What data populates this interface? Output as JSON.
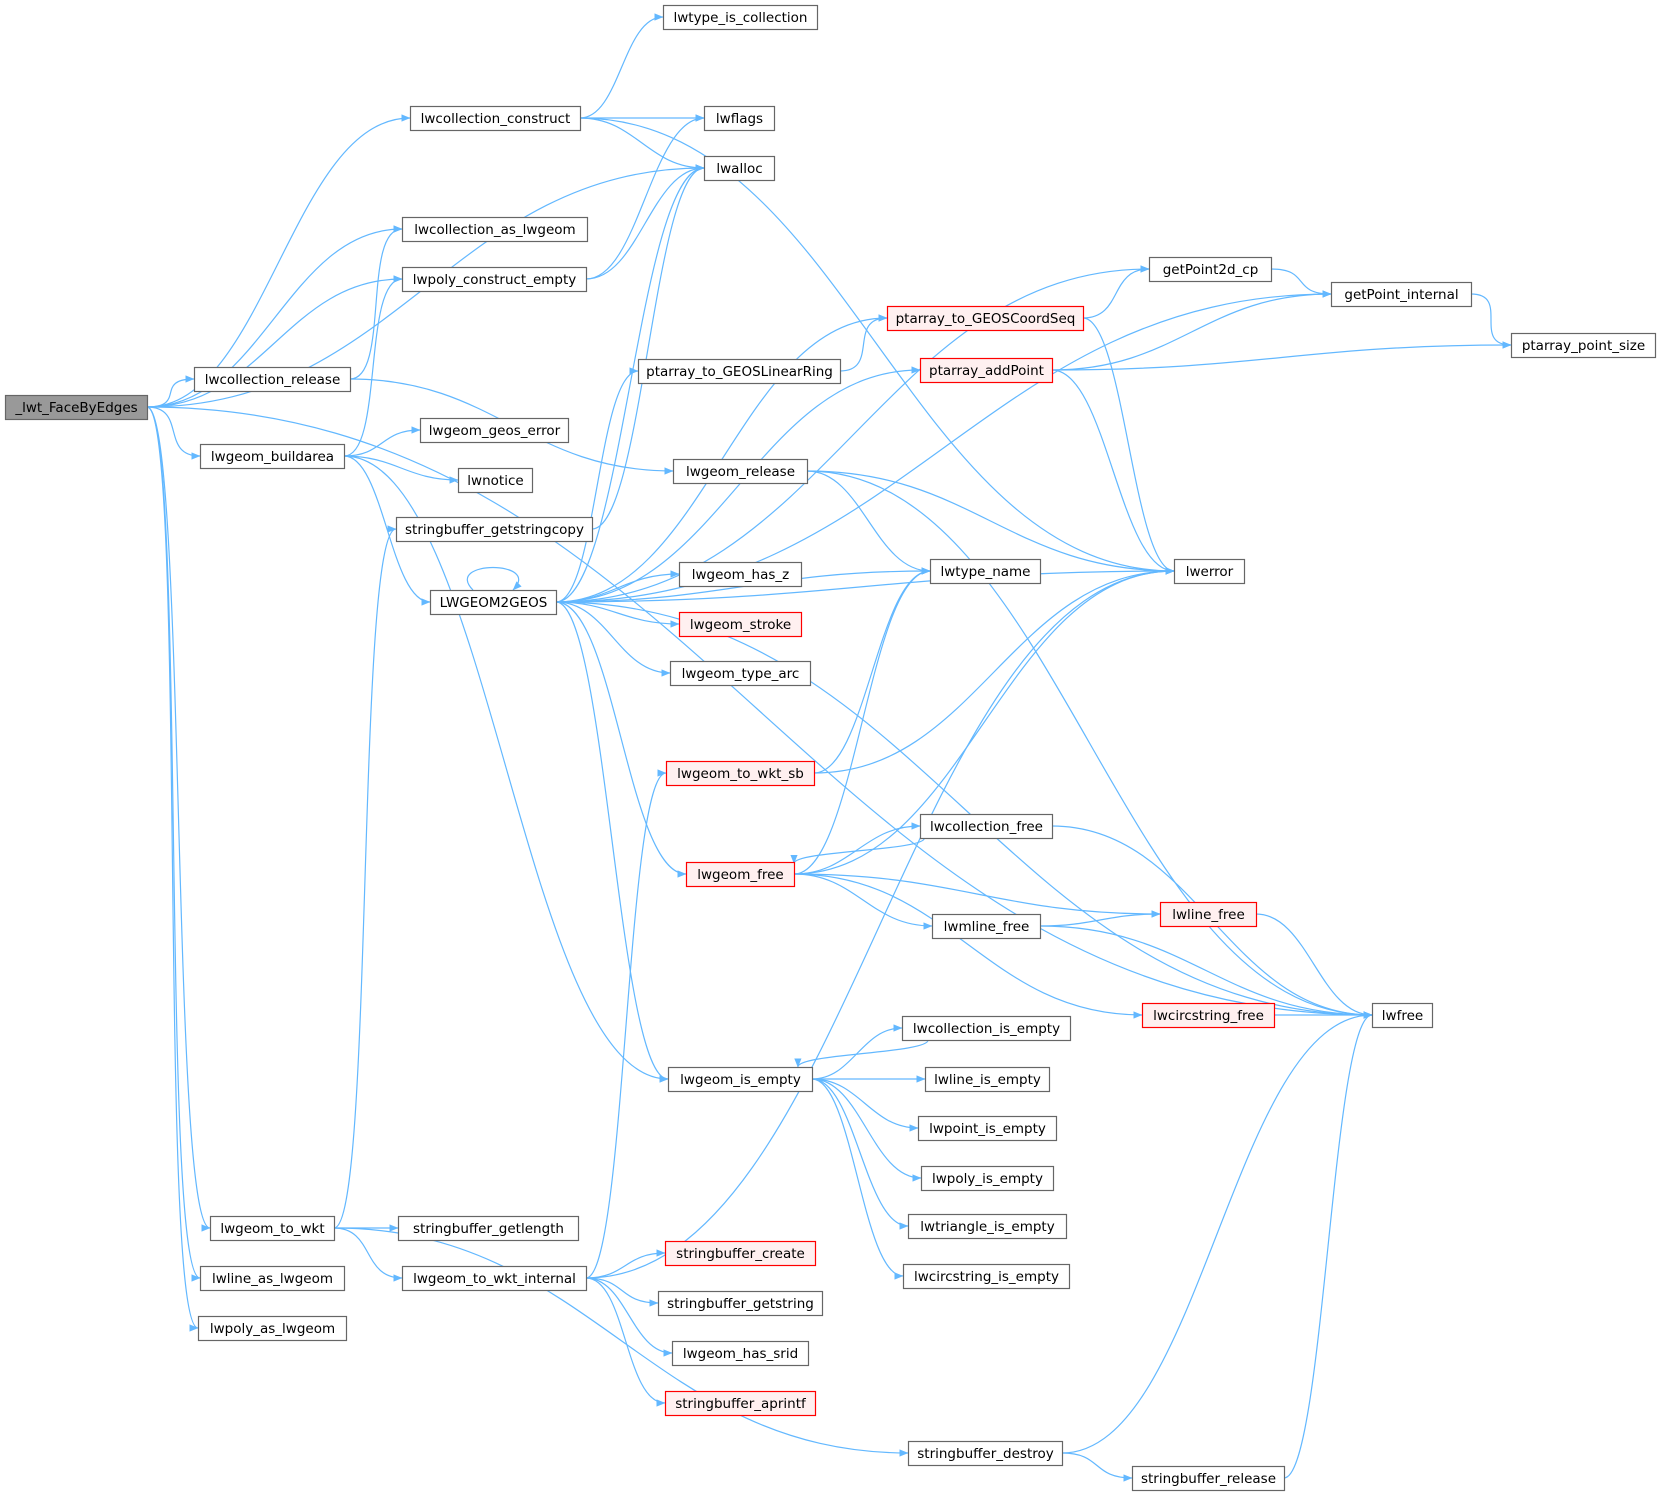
{
  "colors": {
    "edge": "#63b8ff",
    "node_border": "#666666",
    "node_fill": "#ffffff",
    "focus_fill": "#999999",
    "focus_border": "#666666",
    "truncated_border": "#ff0000",
    "truncated_fill": "#fff0f0"
  },
  "nodes": [
    {
      "id": "lwt_FaceByEdges",
      "label": "_lwt_FaceByEdges",
      "style": "focus"
    },
    {
      "id": "lwtype_is_collection",
      "label": "lwtype_is_collection",
      "style": "normal"
    },
    {
      "id": "lwcollection_construct",
      "label": "lwcollection_construct",
      "style": "normal"
    },
    {
      "id": "lwflags",
      "label": "lwflags",
      "style": "normal"
    },
    {
      "id": "lwalloc",
      "label": "lwalloc",
      "style": "normal"
    },
    {
      "id": "lwcollection_as_lwgeom",
      "label": "lwcollection_as_lwgeom",
      "style": "normal"
    },
    {
      "id": "getPoint2d_cp",
      "label": "getPoint2d_cp",
      "style": "normal"
    },
    {
      "id": "lwpoly_construct_empty",
      "label": "lwpoly_construct_empty",
      "style": "normal"
    },
    {
      "id": "getPoint_internal",
      "label": "getPoint_internal",
      "style": "normal"
    },
    {
      "id": "ptarray_to_GEOSCoordSeq",
      "label": "ptarray_to_GEOSCoordSeq",
      "style": "truncated"
    },
    {
      "id": "ptarray_point_size",
      "label": "ptarray_point_size",
      "style": "normal"
    },
    {
      "id": "ptarray_addPoint",
      "label": "ptarray_addPoint",
      "style": "truncated"
    },
    {
      "id": "ptarray_to_GEOSLinearRing",
      "label": "ptarray_to_GEOSLinearRing",
      "style": "normal"
    },
    {
      "id": "lwcollection_release",
      "label": "lwcollection_release",
      "style": "normal"
    },
    {
      "id": "lwgeom_geos_error",
      "label": "lwgeom_geos_error",
      "style": "normal"
    },
    {
      "id": "lwgeom_buildarea",
      "label": "lwgeom_buildarea",
      "style": "normal"
    },
    {
      "id": "lwgeom_release",
      "label": "lwgeom_release",
      "style": "normal"
    },
    {
      "id": "lwnotice",
      "label": "lwnotice",
      "style": "normal"
    },
    {
      "id": "stringbuffer_getstringcopy",
      "label": "stringbuffer_getstringcopy",
      "style": "normal"
    },
    {
      "id": "lwtype_name",
      "label": "lwtype_name",
      "style": "normal"
    },
    {
      "id": "lwerror",
      "label": "lwerror",
      "style": "normal"
    },
    {
      "id": "lwgeom_has_z",
      "label": "lwgeom_has_z",
      "style": "normal"
    },
    {
      "id": "LWGEOM2GEOS",
      "label": "LWGEOM2GEOS",
      "style": "normal"
    },
    {
      "id": "lwgeom_stroke",
      "label": "lwgeom_stroke",
      "style": "truncated"
    },
    {
      "id": "lwgeom_type_arc",
      "label": "lwgeom_type_arc",
      "style": "normal"
    },
    {
      "id": "lwgeom_to_wkt_sb",
      "label": "lwgeom_to_wkt_sb",
      "style": "truncated"
    },
    {
      "id": "lwcollection_free",
      "label": "lwcollection_free",
      "style": "normal"
    },
    {
      "id": "lwgeom_free",
      "label": "lwgeom_free",
      "style": "truncated"
    },
    {
      "id": "lwline_free",
      "label": "lwline_free",
      "style": "truncated"
    },
    {
      "id": "lwmline_free",
      "label": "lwmline_free",
      "style": "normal"
    },
    {
      "id": "lwcircstring_free",
      "label": "lwcircstring_free",
      "style": "truncated"
    },
    {
      "id": "lwfree",
      "label": "lwfree",
      "style": "normal"
    },
    {
      "id": "lwcollection_is_empty",
      "label": "lwcollection_is_empty",
      "style": "normal"
    },
    {
      "id": "lwgeom_is_empty",
      "label": "lwgeom_is_empty",
      "style": "normal"
    },
    {
      "id": "lwline_is_empty",
      "label": "lwline_is_empty",
      "style": "normal"
    },
    {
      "id": "lwpoint_is_empty",
      "label": "lwpoint_is_empty",
      "style": "normal"
    },
    {
      "id": "lwpoly_is_empty",
      "label": "lwpoly_is_empty",
      "style": "normal"
    },
    {
      "id": "lwtriangle_is_empty",
      "label": "lwtriangle_is_empty",
      "style": "normal"
    },
    {
      "id": "lwgeom_to_wkt",
      "label": "lwgeom_to_wkt",
      "style": "normal"
    },
    {
      "id": "stringbuffer_getlength",
      "label": "stringbuffer_getlength",
      "style": "normal"
    },
    {
      "id": "stringbuffer_create",
      "label": "stringbuffer_create",
      "style": "truncated"
    },
    {
      "id": "lwcircstring_is_empty",
      "label": "lwcircstring_is_empty",
      "style": "normal"
    },
    {
      "id": "lwline_as_lwgeom",
      "label": "lwline_as_lwgeom",
      "style": "normal"
    },
    {
      "id": "lwgeom_to_wkt_internal",
      "label": "lwgeom_to_wkt_internal",
      "style": "normal"
    },
    {
      "id": "stringbuffer_getstring",
      "label": "stringbuffer_getstring",
      "style": "normal"
    },
    {
      "id": "lwpoly_as_lwgeom",
      "label": "lwpoly_as_lwgeom",
      "style": "normal"
    },
    {
      "id": "lwgeom_has_srid",
      "label": "lwgeom_has_srid",
      "style": "normal"
    },
    {
      "id": "stringbuffer_aprintf",
      "label": "stringbuffer_aprintf",
      "style": "truncated"
    },
    {
      "id": "stringbuffer_destroy",
      "label": "stringbuffer_destroy",
      "style": "normal"
    },
    {
      "id": "stringbuffer_release",
      "label": "stringbuffer_release",
      "style": "normal"
    }
  ],
  "edges": [
    [
      "lwt_FaceByEdges",
      "lwcollection_construct"
    ],
    [
      "lwt_FaceByEdges",
      "lwcollection_as_lwgeom"
    ],
    [
      "lwt_FaceByEdges",
      "lwpoly_construct_empty"
    ],
    [
      "lwt_FaceByEdges",
      "lwalloc"
    ],
    [
      "lwt_FaceByEdges",
      "lwcollection_release"
    ],
    [
      "lwt_FaceByEdges",
      "lwgeom_buildarea"
    ],
    [
      "lwt_FaceByEdges",
      "lwfree"
    ],
    [
      "lwt_FaceByEdges",
      "lwgeom_to_wkt"
    ],
    [
      "lwt_FaceByEdges",
      "lwline_as_lwgeom"
    ],
    [
      "lwt_FaceByEdges",
      "lwpoly_as_lwgeom"
    ],
    [
      "lwcollection_construct",
      "lwtype_is_collection"
    ],
    [
      "lwcollection_construct",
      "lwflags"
    ],
    [
      "lwcollection_construct",
      "lwalloc"
    ],
    [
      "lwcollection_construct",
      "lwerror"
    ],
    [
      "lwpoly_construct_empty",
      "lwflags"
    ],
    [
      "lwpoly_construct_empty",
      "lwalloc"
    ],
    [
      "lwcollection_release",
      "lwcollection_as_lwgeom"
    ],
    [
      "lwcollection_release",
      "lwgeom_release"
    ],
    [
      "lwgeom_buildarea",
      "lwpoly_construct_empty"
    ],
    [
      "lwgeom_buildarea",
      "lwgeom_geos_error"
    ],
    [
      "lwgeom_buildarea",
      "lwnotice"
    ],
    [
      "lwgeom_buildarea",
      "LWGEOM2GEOS"
    ],
    [
      "lwgeom_buildarea",
      "lwgeom_is_empty"
    ],
    [
      "lwgeom_release",
      "lwtype_name"
    ],
    [
      "lwgeom_release",
      "lwerror"
    ],
    [
      "lwgeom_release",
      "lwfree"
    ],
    [
      "stringbuffer_getstringcopy",
      "lwalloc"
    ],
    [
      "LWGEOM2GEOS",
      "LWGEOM2GEOS"
    ],
    [
      "LWGEOM2GEOS",
      "lwalloc"
    ],
    [
      "LWGEOM2GEOS",
      "getPoint2d_cp"
    ],
    [
      "LWGEOM2GEOS",
      "getPoint_internal"
    ],
    [
      "LWGEOM2GEOS",
      "ptarray_to_GEOSCoordSeq"
    ],
    [
      "LWGEOM2GEOS",
      "ptarray_to_GEOSLinearRing"
    ],
    [
      "LWGEOM2GEOS",
      "ptarray_addPoint"
    ],
    [
      "LWGEOM2GEOS",
      "lwtype_name"
    ],
    [
      "LWGEOM2GEOS",
      "lwgeom_has_z"
    ],
    [
      "LWGEOM2GEOS",
      "lwgeom_stroke"
    ],
    [
      "LWGEOM2GEOS",
      "lwgeom_type_arc"
    ],
    [
      "LWGEOM2GEOS",
      "lwerror"
    ],
    [
      "LWGEOM2GEOS",
      "lwgeom_free"
    ],
    [
      "LWGEOM2GEOS",
      "lwgeom_is_empty"
    ],
    [
      "LWGEOM2GEOS",
      "lwfree"
    ],
    [
      "ptarray_to_GEOSLinearRing",
      "ptarray_to_GEOSCoordSeq"
    ],
    [
      "ptarray_to_GEOSCoordSeq",
      "getPoint2d_cp"
    ],
    [
      "ptarray_to_GEOSCoordSeq",
      "lwerror"
    ],
    [
      "getPoint2d_cp",
      "getPoint_internal"
    ],
    [
      "getPoint_internal",
      "ptarray_point_size"
    ],
    [
      "ptarray_addPoint",
      "getPoint_internal"
    ],
    [
      "ptarray_addPoint",
      "ptarray_point_size"
    ],
    [
      "ptarray_addPoint",
      "lwerror"
    ],
    [
      "lwgeom_to_wkt_sb",
      "lwtype_name"
    ],
    [
      "lwgeom_to_wkt_sb",
      "lwerror"
    ],
    [
      "lwgeom_free",
      "lwtype_name"
    ],
    [
      "lwgeom_free",
      "lwerror"
    ],
    [
      "lwgeom_free",
      "lwcollection_free"
    ],
    [
      "lwgeom_free",
      "lwline_free"
    ],
    [
      "lwgeom_free",
      "lwmline_free"
    ],
    [
      "lwgeom_free",
      "lwcircstring_free"
    ],
    [
      "lwcollection_free",
      "lwgeom_free"
    ],
    [
      "lwcollection_free",
      "lwfree"
    ],
    [
      "lwmline_free",
      "lwline_free"
    ],
    [
      "lwmline_free",
      "lwfree"
    ],
    [
      "lwline_free",
      "lwfree"
    ],
    [
      "lwcircstring_free",
      "lwfree"
    ],
    [
      "lwgeom_is_empty",
      "lwcollection_is_empty"
    ],
    [
      "lwgeom_is_empty",
      "lwline_is_empty"
    ],
    [
      "lwgeom_is_empty",
      "lwpoint_is_empty"
    ],
    [
      "lwgeom_is_empty",
      "lwpoly_is_empty"
    ],
    [
      "lwgeom_is_empty",
      "lwtriangle_is_empty"
    ],
    [
      "lwgeom_is_empty",
      "lwcircstring_is_empty"
    ],
    [
      "lwcollection_is_empty",
      "lwgeom_is_empty"
    ],
    [
      "lwgeom_to_wkt",
      "stringbuffer_getstringcopy"
    ],
    [
      "lwgeom_to_wkt",
      "stringbuffer_getlength"
    ],
    [
      "lwgeom_to_wkt",
      "lwgeom_to_wkt_internal"
    ],
    [
      "lwgeom_to_wkt",
      "stringbuffer_destroy"
    ],
    [
      "lwgeom_to_wkt_internal",
      "lwgeom_to_wkt_sb"
    ],
    [
      "lwgeom_to_wkt_internal",
      "lwerror"
    ],
    [
      "lwgeom_to_wkt_internal",
      "stringbuffer_create"
    ],
    [
      "lwgeom_to_wkt_internal",
      "stringbuffer_getstring"
    ],
    [
      "lwgeom_to_wkt_internal",
      "lwgeom_has_srid"
    ],
    [
      "lwgeom_to_wkt_internal",
      "stringbuffer_aprintf"
    ],
    [
      "stringbuffer_destroy",
      "stringbuffer_release"
    ],
    [
      "stringbuffer_destroy",
      "lwfree"
    ],
    [
      "stringbuffer_release",
      "lwfree"
    ]
  ]
}
